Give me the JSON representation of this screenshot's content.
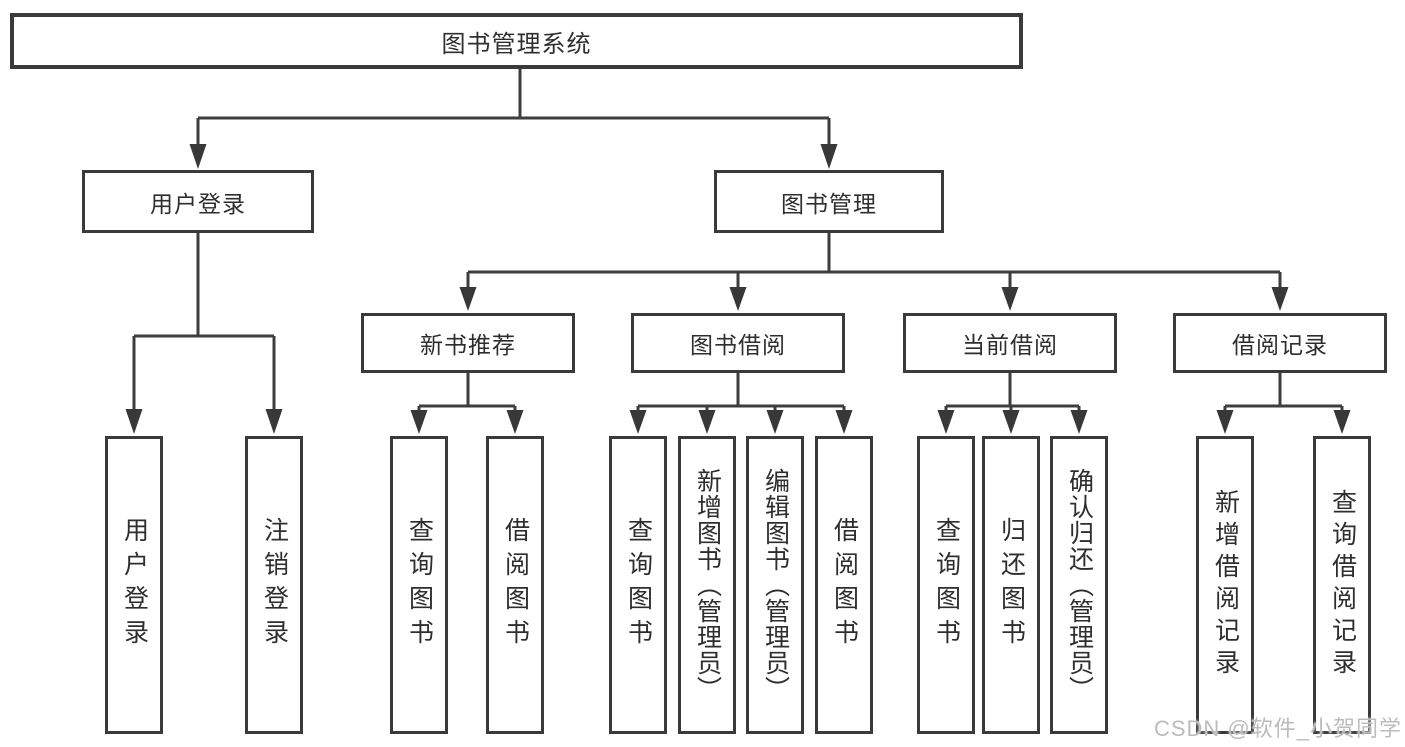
{
  "tree": {
    "root": {
      "label": "图书管理系统"
    },
    "level2": [
      {
        "label": "用户登录"
      },
      {
        "label": "图书管理"
      }
    ],
    "level3": [
      {
        "label": "新书推荐",
        "parent": "图书管理"
      },
      {
        "label": "图书借阅",
        "parent": "图书管理"
      },
      {
        "label": "当前借阅",
        "parent": "图书管理"
      },
      {
        "label": "借阅记录",
        "parent": "图书管理"
      }
    ],
    "level4": [
      {
        "label": "用户登录",
        "parent": "用户登录"
      },
      {
        "label": "注销登录",
        "parent": "用户登录"
      },
      {
        "label": "查询图书",
        "parent": "新书推荐"
      },
      {
        "label": "借阅图书",
        "parent": "新书推荐"
      },
      {
        "label": "查询图书",
        "parent": "图书借阅"
      },
      {
        "label": "新增图书（管理员）",
        "parent": "图书借阅"
      },
      {
        "label": "编辑图书（管理员）",
        "parent": "图书借阅"
      },
      {
        "label": "借阅图书",
        "parent": "图书借阅"
      },
      {
        "label": "查询图书",
        "parent": "当前借阅"
      },
      {
        "label": "归还图书",
        "parent": "当前借阅"
      },
      {
        "label": "确认归还（管理员）",
        "parent": "当前借阅"
      },
      {
        "label": "新增借阅记录",
        "parent": "借阅记录"
      },
      {
        "label": "查询借阅记录",
        "parent": "借阅记录"
      }
    ]
  },
  "watermark": {
    "text": "CSDN @软件_小贺同学"
  },
  "colors": {
    "line": "#3d3d3d",
    "border": "#3a3a3a",
    "text": "#2e2e2e",
    "watermark": "#bcbcbc",
    "background": "#ffffff"
  }
}
